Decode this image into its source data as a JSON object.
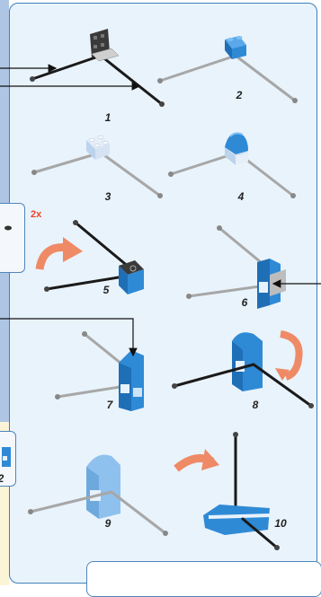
{
  "steps": [
    {
      "number": "1"
    },
    {
      "number": "2"
    },
    {
      "number": "3"
    },
    {
      "number": "4"
    },
    {
      "number": "5"
    },
    {
      "number": "6"
    },
    {
      "number": "7"
    },
    {
      "number": "8"
    },
    {
      "number": "9"
    },
    {
      "number": "10"
    }
  ],
  "callouts": {
    "quantity_label": "2x",
    "side_step_fragment": "2"
  },
  "colors": {
    "panel_background": "#e9f3fb",
    "panel_border": "#3f7fb8",
    "rotate_arrow": "#ef8a66",
    "brick_blue": "#2f8ad6",
    "rod_black": "#1a1a1a",
    "rod_gray": "#a7a7a7"
  }
}
